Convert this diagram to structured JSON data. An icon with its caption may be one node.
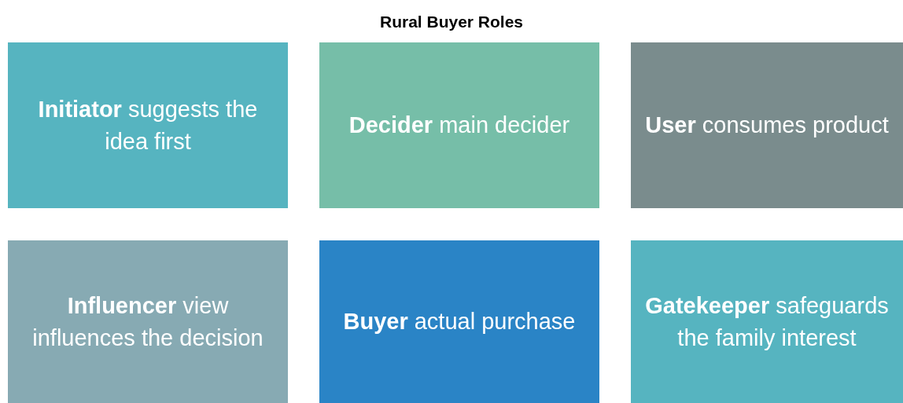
{
  "diagram": {
    "title": "Rural Buyer Roles",
    "nodes": [
      {
        "text": [
          "**Initiator** suggests the idea first"
        ]
      },
      {
        "text": [
          "**Decider** main decider"
        ]
      },
      {
        "text": [
          "**User** consumes product"
        ]
      },
      {
        "text": [
          "**Influencer** view influences the decision"
        ]
      },
      {
        "text": [
          "**Buyer** actual purchase"
        ]
      },
      {
        "text": [
          "**Gatekeeper** safeguards the family interest"
        ]
      }
    ],
    "edges": []
  }
}
